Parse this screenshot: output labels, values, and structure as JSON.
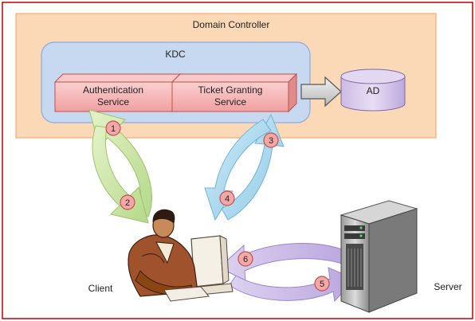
{
  "domain_controller": {
    "label": "Domain Controller"
  },
  "kdc": {
    "label": "KDC"
  },
  "authentication_service": {
    "line1": "Authentication",
    "line2": "Service"
  },
  "ticket_granting_service": {
    "line1": "Ticket Granting",
    "line2": "Service"
  },
  "ad": {
    "label": "AD"
  },
  "client": {
    "label": "Client"
  },
  "server": {
    "label": "Server"
  },
  "steps": [
    "1",
    "2",
    "3",
    "4",
    "5",
    "6"
  ],
  "colors": {
    "frame_border": "#c00000",
    "domain_controller_fill": "#fbd9b7",
    "domain_controller_border": "#f4a460",
    "kdc_fill": "#c6d9f1",
    "kdc_border": "#8faadc",
    "service_fill": "#f4b6b6",
    "service_border": "#c0504d",
    "ad_fill": "#d9c9ea",
    "ad_border": "#7f6aa6",
    "green_arrow": "#c9e3a3",
    "blue_arrow": "#a8d8ef",
    "purple_arrow": "#c7b8e6",
    "step_badge_fill": "#f4a7a7",
    "step_badge_border": "#c0504d"
  }
}
